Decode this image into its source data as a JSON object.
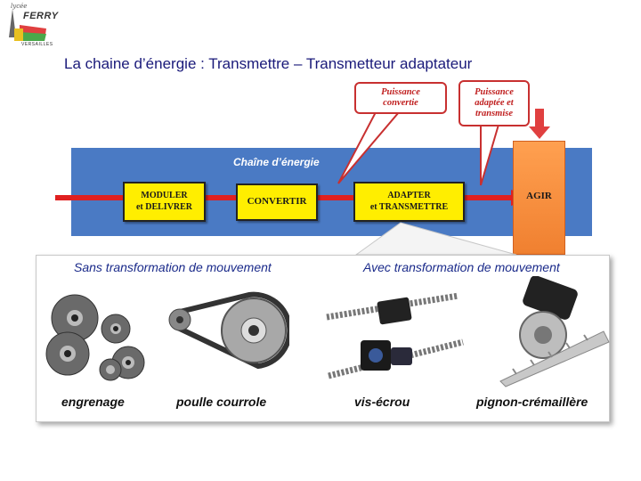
{
  "logo": {
    "top_text": "lycée",
    "brand": "FERRY",
    "city": "VERSAILLES"
  },
  "slide": {
    "title": "La chaine d’énergie : Transmettre – Transmetteur adaptateur"
  },
  "chain": {
    "title": "Chaîne d’énergie",
    "blocks": [
      {
        "line1": "MODULER",
        "line2": "et DELIVRER"
      },
      {
        "line1": "CONVERTIR",
        "line2": ""
      },
      {
        "line1": "ADAPTER",
        "line2": "et TRANSMETTRE"
      }
    ],
    "agir": "AGIR",
    "colors": {
      "band": "#4a7ac4",
      "block": "#ffee00",
      "arrow": "#e02020",
      "agir": "#f08030",
      "callout": "#c83030"
    }
  },
  "callouts": [
    {
      "lines": [
        "Puissance",
        "convertie"
      ]
    },
    {
      "lines": [
        "Puissance",
        "adaptée et",
        "transmise"
      ]
    }
  ],
  "panel": {
    "left_heading": "Sans transformation de mouvement",
    "right_heading": "Avec transformation de mouvement",
    "items": [
      {
        "caption": "engrenage",
        "icon": "gears-icon"
      },
      {
        "caption": "poulle courrole",
        "icon": "pulley-belt-icon"
      },
      {
        "caption": "vis-écrou",
        "icon": "ball-screw-icon"
      },
      {
        "caption": "pignon-crémaillère",
        "icon": "rack-pinion-icon"
      }
    ]
  }
}
